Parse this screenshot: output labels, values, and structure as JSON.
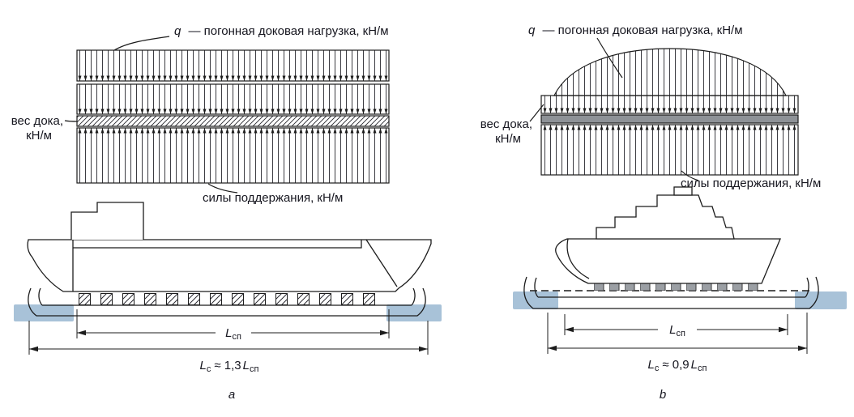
{
  "figure": {
    "caption_a": "a",
    "caption_b": "b"
  },
  "colors": {
    "ink": "#16161f",
    "water": "#a8c2d8",
    "gray_strip": "#8e9297",
    "gray_block": "#9b9fa4"
  },
  "diagram_a": {
    "q_var": "q",
    "q_text": "— погонная доковая нагрузка, кН/м",
    "weight_line1": "вес дока,",
    "weight_line2": "кН/м",
    "support_text": "силы поддержания, кН/м",
    "dim_inner": {
      "sym": "L",
      "sub": "сп"
    },
    "dim_outer": {
      "sym1": "L",
      "sub1": "с",
      "rel": "≈ 1,3",
      "sym2": "L",
      "sub2": "сп"
    }
  },
  "diagram_b": {
    "q_var": "q",
    "q_text": "— погонная доковая нагрузка, кН/м",
    "weight_line1": "вес дока,",
    "weight_line2": "кН/м",
    "support_text": "силы поддержания, кН/м",
    "dim_inner": {
      "sym": "L",
      "sub": "сп"
    },
    "dim_outer": {
      "sym1": "L",
      "sub1": "с",
      "rel": "≈ 0,9",
      "sym2": "L",
      "sub2": "сп"
    }
  }
}
